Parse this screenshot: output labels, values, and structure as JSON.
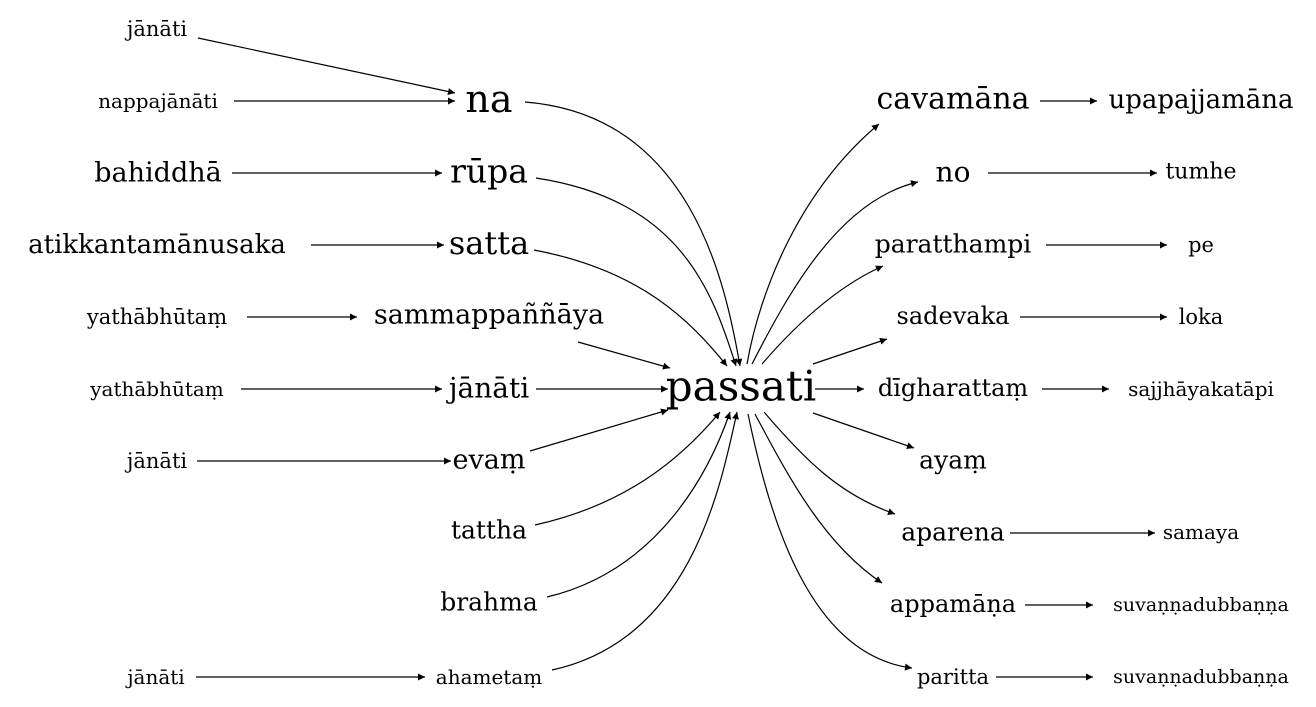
{
  "nodes": {
    "l_janati_1": "jānāti",
    "l_nappajanati": "nappajānāti",
    "l_bahiddha": "bahiddhā",
    "l_atikkanta": "atikkantamānusaka",
    "l_yathabhutam_1": "yathābhūtaṃ",
    "l_yathabhutam_2": "yathābhūtaṃ",
    "l_janati_2": "jānāti",
    "l_janati_3": "jānāti",
    "m_na": "na",
    "m_rupa": "rūpa",
    "m_satta": "satta",
    "m_sammappannaya": "sammappaññāya",
    "m_janati": "jānāti",
    "m_evam": "evaṃ",
    "m_tattha": "tattha",
    "m_brahma": "brahma",
    "m_ahametam": "ahametaṃ",
    "center": "passati",
    "r_cavamana": "cavamāna",
    "r_no": "no",
    "r_paratthampi": "paratthampi",
    "r_sadevaka": "sadevaka",
    "r_digharattam": "dīgharattaṃ",
    "r_ayam": "ayaṃ",
    "r_aparena": "aparena",
    "r_appamana": "appamāṇa",
    "r_paritta": "paritta",
    "f_upapajjamana": "upapajjamāna",
    "f_tumhe": "tumhe",
    "f_pe": "pe",
    "f_loka": "loka",
    "f_sajjhayakatapi": "sajjhāyakatāpi",
    "f_samaya": "samaya",
    "f_suvanna_1": "suvaṇṇadubbaṇṇa",
    "f_suvanna_2": "suvaṇṇadubbaṇṇa"
  }
}
